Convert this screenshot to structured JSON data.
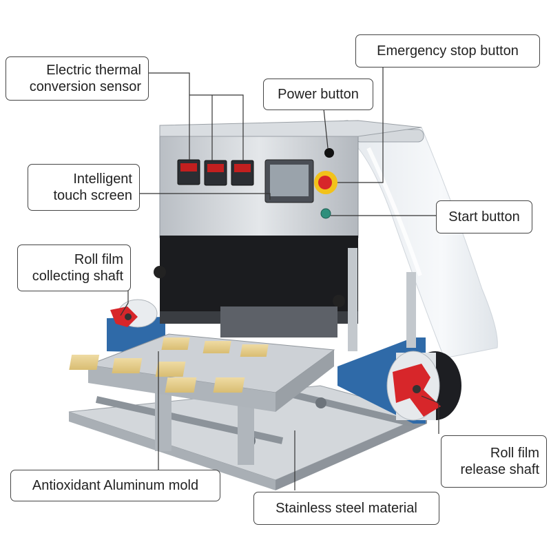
{
  "labels": {
    "thermal_sensor": [
      "Electric thermal",
      "conversion sensor"
    ],
    "emergency_stop": "Emergency stop button",
    "power_button": "Power button",
    "touch_screen": [
      "Intelligent",
      "touch screen"
    ],
    "start_button": "Start button",
    "collecting_shaft": [
      "Roll film",
      "collecting shaft"
    ],
    "release_shaft": [
      "Roll film",
      "release shaft"
    ],
    "aluminum_mold": "Antioxidant Aluminum mold",
    "stainless_steel": "Stainless steel material"
  },
  "colors": {
    "machine_steel": "#c9cdd2",
    "machine_dark": "#1b1c1f",
    "bracket_blue": "#2f6aa8",
    "knob_red": "#d7262a",
    "stop_yellow": "#f2c21a",
    "tray_yellow": "#e8cf8e"
  }
}
